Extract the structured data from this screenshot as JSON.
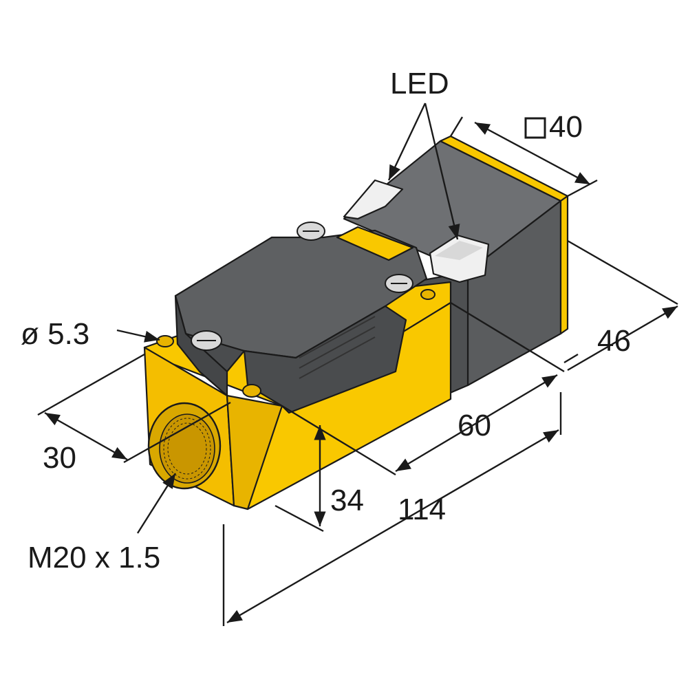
{
  "labels": {
    "led": "LED",
    "square_size": "40",
    "height_46": "46",
    "depth_60": "60",
    "length_114": "114",
    "height_34": "34",
    "width_30": "30",
    "hole_diameter": "ø 5.3",
    "thread": "M20 x 1.5"
  },
  "colors": {
    "housing_yellow": "#f9c800",
    "housing_yellow_shade": "#d9a800",
    "housing_dark_gray": "#555759",
    "housing_mid_gray": "#6e7073",
    "housing_light_gray": "#8a8c8e",
    "led_white": "#f0f0f0",
    "line": "#1a1a1a"
  }
}
